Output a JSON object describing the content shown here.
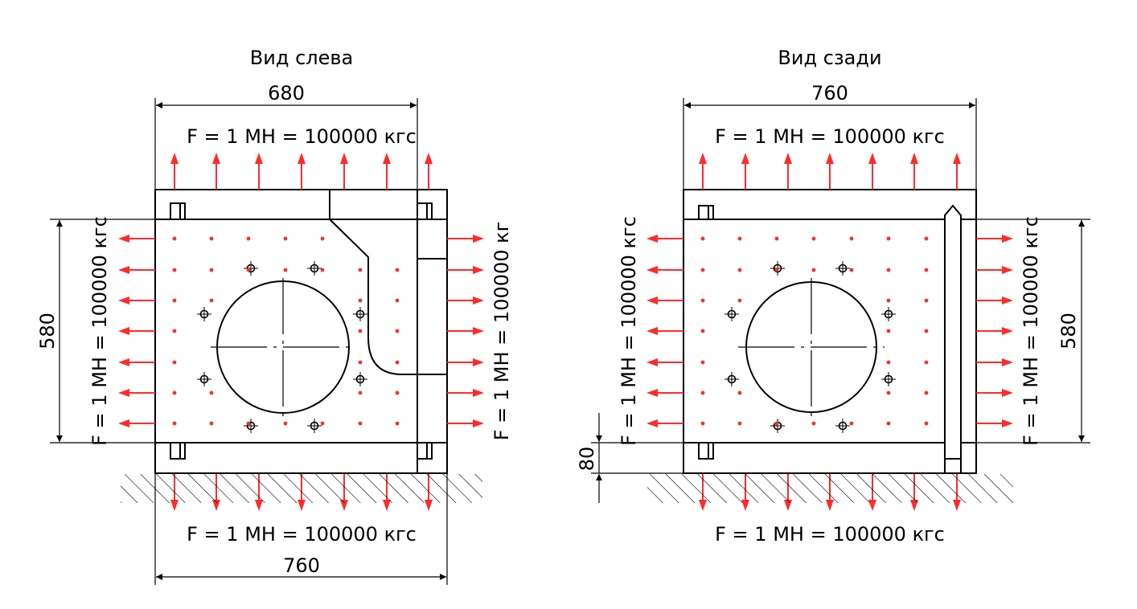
{
  "views": {
    "left": {
      "title": "Вид слева",
      "dim_top": "680",
      "dim_bottom": "760",
      "dim_left": "580",
      "force_top": "F = 1 МН = 100000 кгс",
      "force_bottom": "F = 1 МН = 100000 кгс",
      "force_left": "F = 1 МН = 100000 кгс",
      "force_right": "F = 1 МН = 100000 кг"
    },
    "back": {
      "title": "Вид сзади",
      "dim_top": "760",
      "dim_right": "580",
      "dim_left_small": "80",
      "force_top": "F = 1 МН = 100000 кгс",
      "force_bottom": "F = 1 МН = 100000 кгс",
      "force_left": "F = 1 МН = 100000 кгс",
      "force_right": "F = 1 МН = 100000 кгс"
    }
  },
  "colors": {
    "force_arrow": "#ff2b2b",
    "lines": "#000000"
  }
}
